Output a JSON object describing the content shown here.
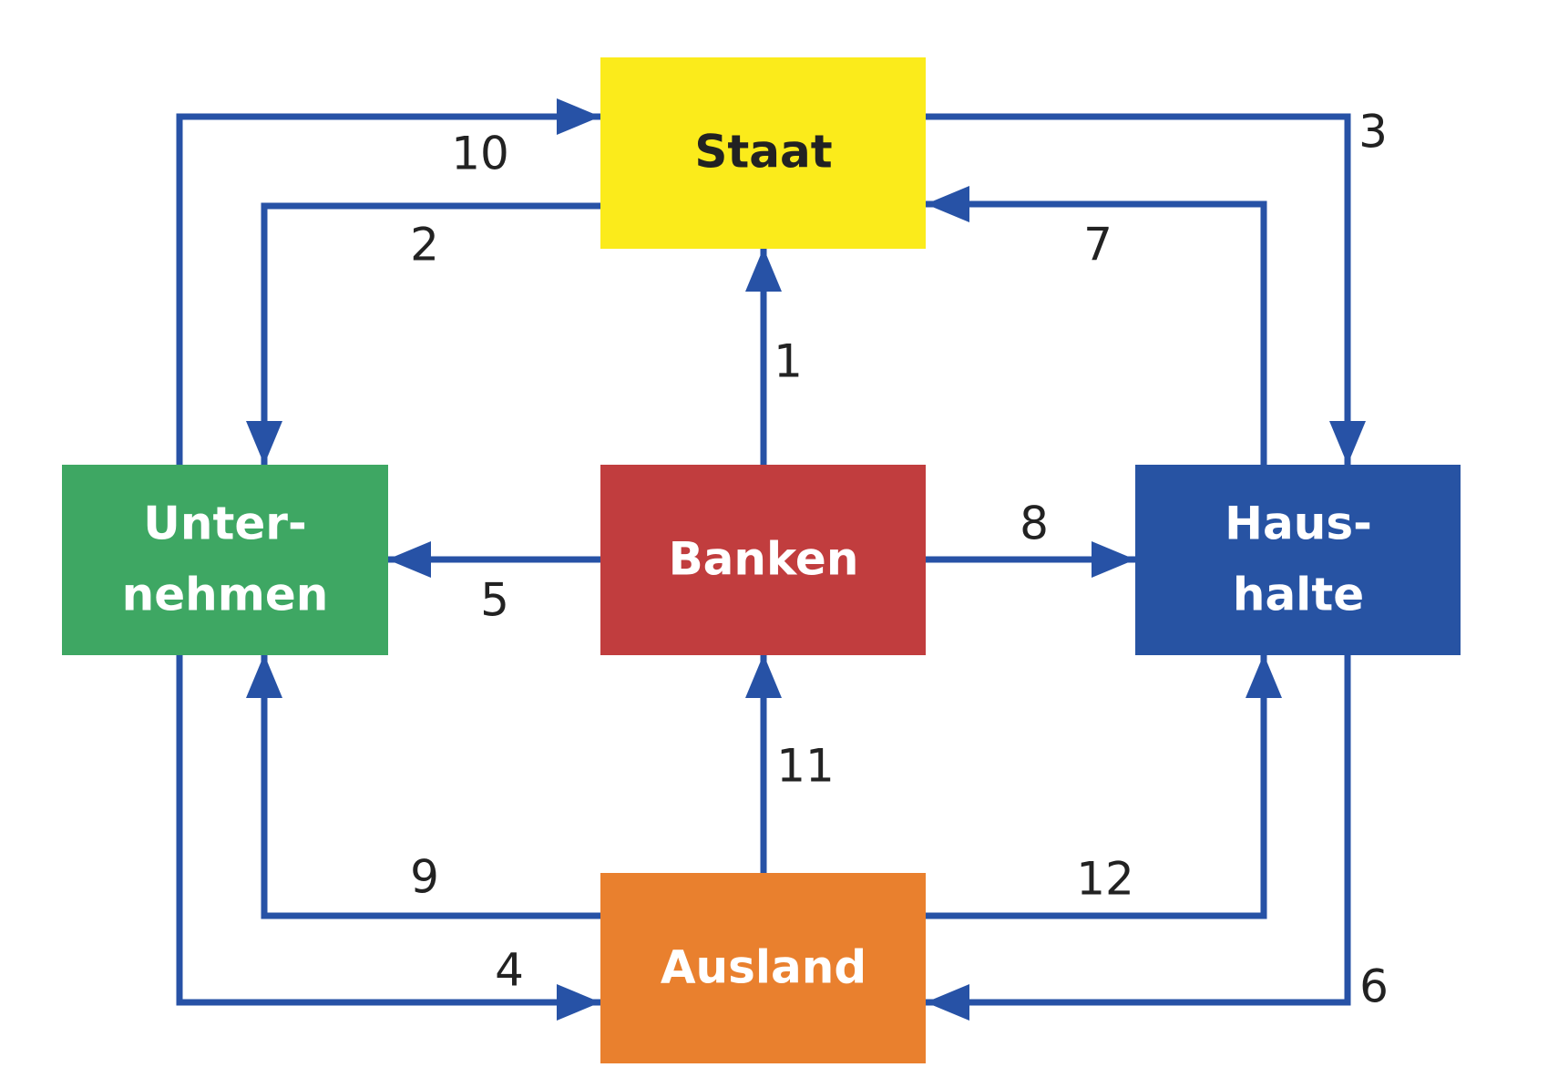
{
  "colors": {
    "arrow": "#2752A6",
    "number_text": "#222222"
  },
  "nodes": {
    "staat": {
      "label": "Staat",
      "color": "#FBEB1B",
      "text_color": "#222222"
    },
    "unternehmen": {
      "line1": "Unter-",
      "line2": "nehmen",
      "color": "#3EA763",
      "text_color": "#ffffff"
    },
    "banken": {
      "label": "Banken",
      "color": "#C13D3E",
      "text_color": "#ffffff"
    },
    "haushalte": {
      "line1": "Haus-",
      "line2": "halte",
      "color": "#2753A3",
      "text_color": "#ffffff"
    },
    "ausland": {
      "label": "Ausland",
      "color": "#E9802E",
      "text_color": "#ffffff"
    }
  },
  "flows": [
    {
      "id": "1",
      "label": "1",
      "from": "Banken",
      "to": "Staat"
    },
    {
      "id": "2",
      "label": "2",
      "from": "Staat",
      "to": "Unternehmen"
    },
    {
      "id": "3",
      "label": "3",
      "from": "Staat",
      "to": "Haushalte"
    },
    {
      "id": "4",
      "label": "4",
      "from": "Unternehmen",
      "to": "Ausland"
    },
    {
      "id": "5",
      "label": "5",
      "from": "Banken",
      "to": "Unternehmen"
    },
    {
      "id": "6",
      "label": "6",
      "from": "Haushalte",
      "to": "Ausland"
    },
    {
      "id": "7",
      "label": "7",
      "from": "Haushalte",
      "to": "Staat"
    },
    {
      "id": "8",
      "label": "8",
      "from": "Banken",
      "to": "Haushalte"
    },
    {
      "id": "9",
      "label": "9",
      "from": "Ausland",
      "to": "Unternehmen"
    },
    {
      "id": "10",
      "label": "10",
      "from": "Unternehmen",
      "to": "Staat"
    },
    {
      "id": "11",
      "label": "11",
      "from": "Ausland",
      "to": "Banken"
    },
    {
      "id": "12",
      "label": "12",
      "from": "Ausland",
      "to": "Haushalte"
    }
  ]
}
